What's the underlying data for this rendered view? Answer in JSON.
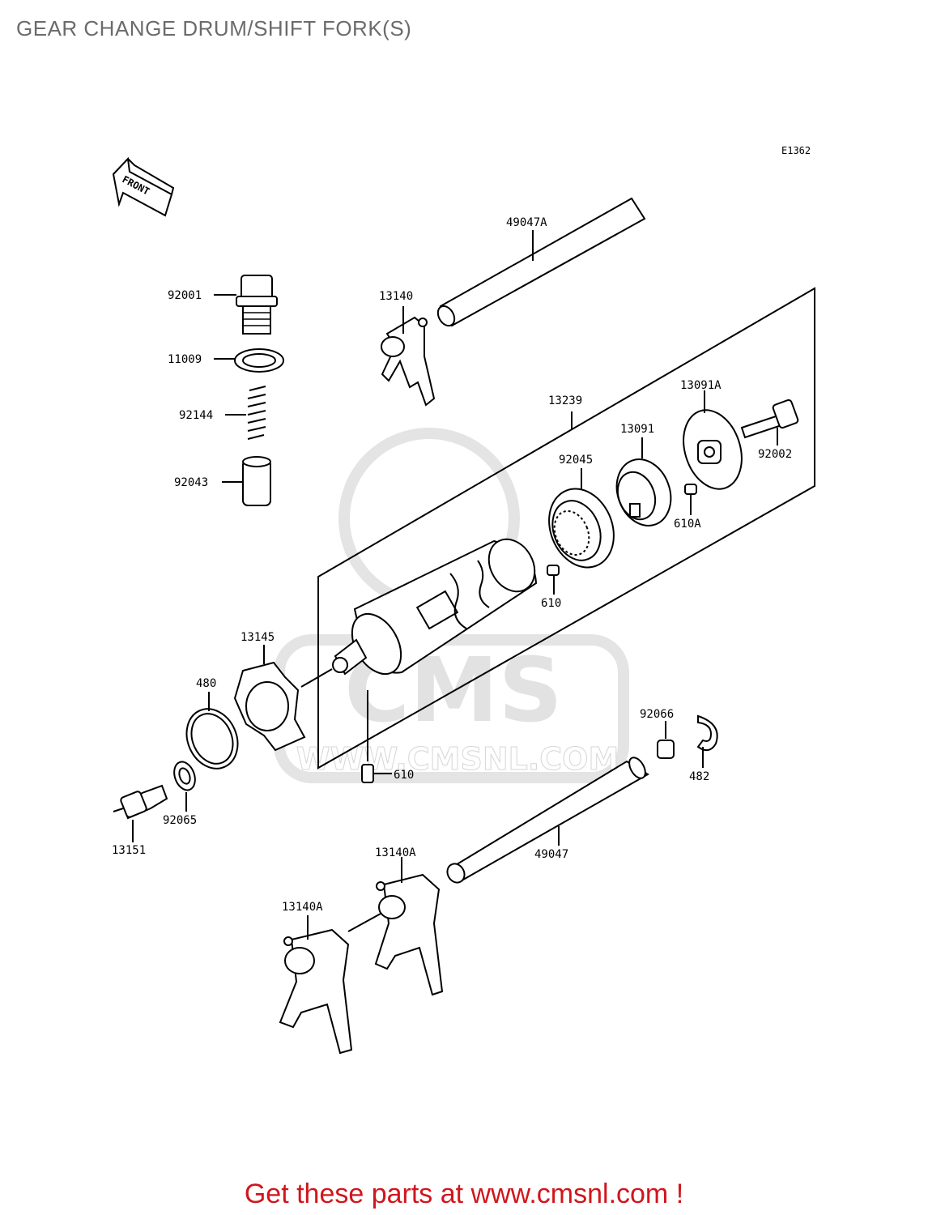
{
  "page": {
    "title": "GEAR CHANGE DRUM/SHIFT FORK(S)",
    "diagram_code": "E1362",
    "front_label": "FRONT",
    "watermark_logo": "CMS",
    "watermark_url": "WWW.CMSNL.COM",
    "promo": "Get these parts at www.cmsnl.com !"
  },
  "parts": {
    "shaft_a": "49047A",
    "fork_top": "13140",
    "drum_assy": "13239",
    "plate": "13091A",
    "bolt": "92002",
    "holder": "13091",
    "bearing": "92045",
    "pin_a": "610A",
    "pin_drum": "610",
    "plug": "92001",
    "gasket": "11009",
    "spring": "92144",
    "collar": "92043",
    "cam": "13145",
    "circlip": "480",
    "pin_lower": "610",
    "washer": "92065",
    "switch": "13151",
    "spacer": "92066",
    "snap_ring": "482",
    "shaft": "49047",
    "fork_mid": "13140A",
    "fork_low": "13140A"
  },
  "colors": {
    "title": "#6b6b6b",
    "promo": "#d0161d",
    "watermark": "#e4e4e4",
    "lines": "#000000"
  }
}
